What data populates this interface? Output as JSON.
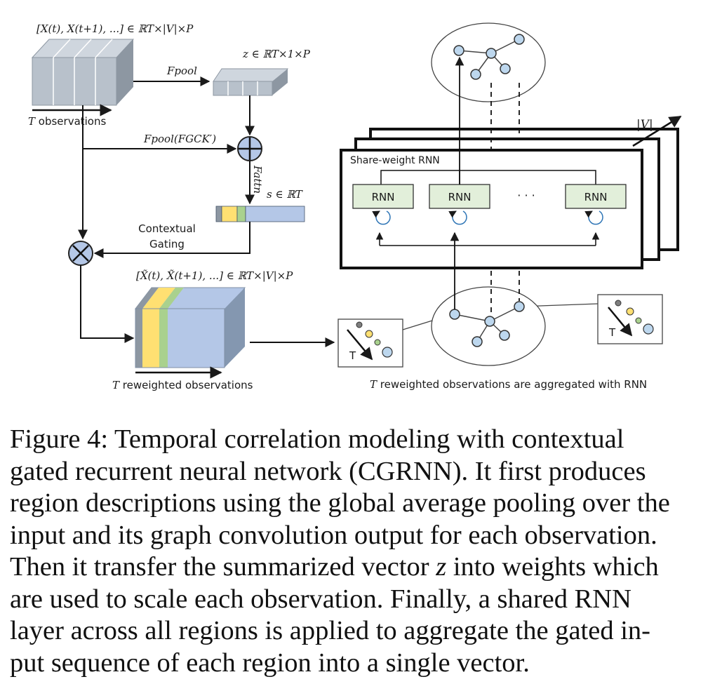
{
  "figure": {
    "input_tensor_label": "[X(t), X(t+1), ...] ∈ ℝT×|V|×P",
    "T_var": "T",
    "observations_label": " observations",
    "pool_label": "Fpool",
    "z_label": "z ∈ ℝT×1×P",
    "pool_gc_label": "Fpool(FGCK′)",
    "attn_label": "Fattn",
    "s_label": "s ∈ ℝT",
    "contextual_label_1": "Contextual",
    "contextual_label_2": "Gating",
    "reweighted_tensor_label": "[X̃(t), X̃(t+1), ...] ∈ ℝT×|V|×P",
    "reweighted_obs_label": " reweighted observations",
    "share_weight_label": "Share-weight RNN",
    "rnn_label": "RNN",
    "ellipsis": "· · ·",
    "V_label": "|V|",
    "seq_T": "T",
    "aggregated_label": " reweighted observations are aggregated with RNN",
    "colors": {
      "tensor_gray": "#b8c1cb",
      "tensor_dark": "#8d97a2",
      "yellow": "#ffe072",
      "green": "#a9d18e",
      "blue": "#b4c7e7",
      "rnn_fill": "#e2efda",
      "node_fill": "#bdd7ee"
    }
  },
  "caption": {
    "figure_no": "Figure 4:",
    "line_1": " Temporal correlation modeling with contextual",
    "line_2": "gated recurrent neural network (CGRNN). It first produces",
    "line_3": "region descriptions using the global average pooling over the",
    "line_4": "input and its graph convolution output for each observation.",
    "line_5a": "Then it transfer the summarized vector ",
    "line_5_var": "z",
    "line_5b": " into weights which",
    "line_6": "are used to scale each observation. Finally, a shared RNN",
    "line_7": "layer across all regions is applied to aggregate the gated in-",
    "line_8": "put sequence of each region into a single vector."
  }
}
